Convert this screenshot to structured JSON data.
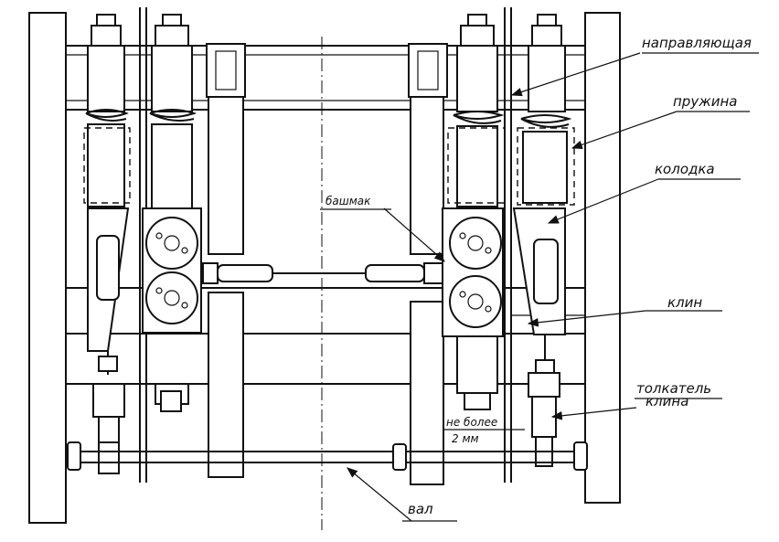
{
  "labels": {
    "guide": "направляющая",
    "spring": "пружина",
    "pad": "колодка",
    "shoe": "башмак",
    "wedge": "клин",
    "pusher_line1": "толкатель",
    "pusher_line2": "клина",
    "clearance_line1": "не более",
    "clearance_line2": "2 мм",
    "shaft": "вал"
  }
}
